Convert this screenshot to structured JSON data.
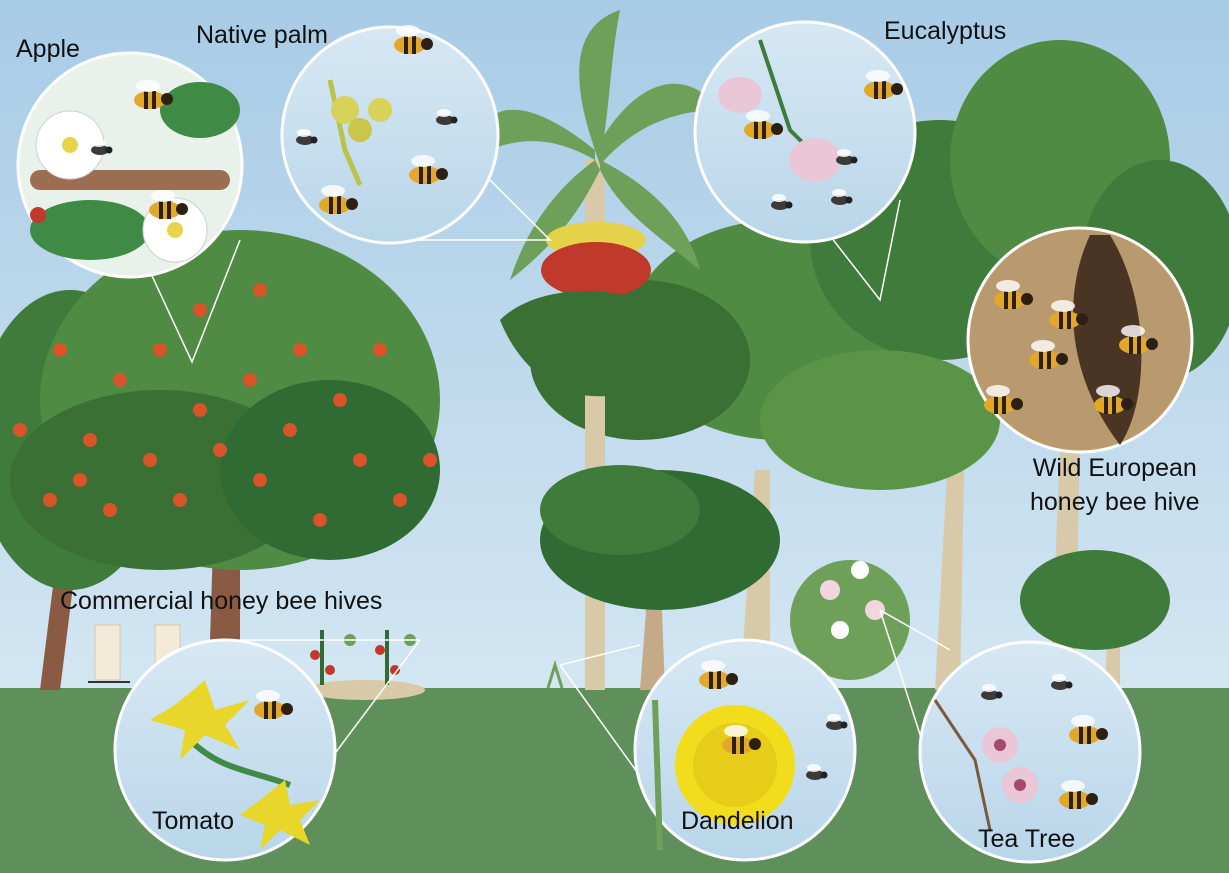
{
  "labels": {
    "apple": "Apple",
    "native_palm": "Native palm",
    "eucalyptus": "Eucalyptus",
    "wild_hive_line1": "Wild European",
    "wild_hive_line2": "honey bee hive",
    "commercial_hives": "Commercial honey bee hives",
    "tomato": "Tomato",
    "dandelion": "Dandelion",
    "tea_tree": "Tea Tree"
  },
  "colors": {
    "sky_top": "#a8cbe6",
    "sky_bottom": "#d3e6f2",
    "ground": "#5f8f5a",
    "foliage_dark": "#2f6b33",
    "foliage_mid": "#4f8b42",
    "foliage_light": "#6fa05a",
    "apple_fruit": "#d9532b",
    "trunk": "#8a5a44",
    "eucalyptus_bark": "#d8c9a8",
    "bee_yellow": "#e3a72a",
    "bee_dark": "#2b2013",
    "flower_white": "#ffffff",
    "flower_yellow": "#f1dd1b",
    "palm_flower_red": "#c0392b",
    "hive_bark": "#4a3524",
    "hive_bg": "#b99a6e"
  }
}
